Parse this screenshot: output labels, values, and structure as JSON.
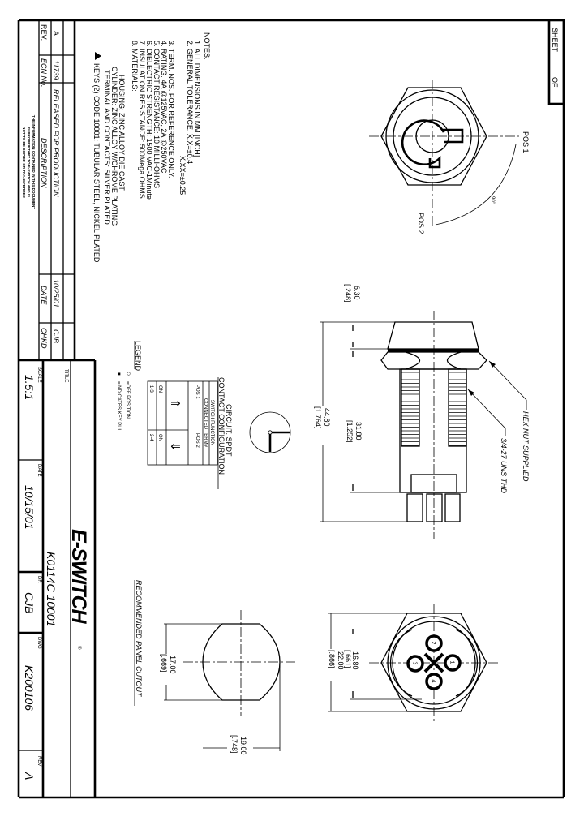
{
  "sheet": {
    "sheet_label": "SHEET",
    "of_label": "OF"
  },
  "notes": {
    "heading": "NOTES:",
    "items": [
      "1. ALL DIMENSIONS IN MM [INCH]",
      "2. GENERAL TOLERANCE: X.X=±0.4",
      "X.XX=±0.25",
      "3. TERM. NOS. FOR REFERENCE ONLY.",
      "4. RATING: 4A @125VAC, 2A @250VAC",
      "5. CONTACT RESISTANCE: 10 MILLI-OHMS",
      "6. DIELECTRIC STRENGTH: 1500 VAC-1Minute",
      "7. INSULATION RESISTANCE: 500Mega OHMS",
      "8. MATERIALS:"
    ],
    "materials": [
      "HOUSING: ZINC ALLOY DIE CAST",
      "CYLINDER: ZINC ALLOY W/CHROME PLATING",
      "TERMINAL AND CONTACTS: SILVER PLATED"
    ],
    "keys_note": "KEYS (2) CODE 10001: TUBULAR STEEL, NICKEL PLATED"
  },
  "revision_table": {
    "headers": {
      "rev": "REV.",
      "ecn": "ECN No.",
      "description": "DESCRIPTION",
      "date": "DATE",
      "chkd": "CHKD"
    },
    "rows": [
      {
        "rev": "A",
        "ecn": "11739",
        "description": "RELEASED FOR PRODUCTION",
        "date": "10/25/01",
        "chkd": "CJB"
      }
    ],
    "confidentiality": [
      "THE INFORMATION CONTAINED IN THIS DOCUMENT",
      "IS PROPRIETARY TO E-SWITCH AND IS",
      "NOT TO BE COPIED OR TRANSFERRED"
    ]
  },
  "title_block": {
    "title_label": "TITLE",
    "title": "K0114C 10001",
    "company": "E-SWITCH",
    "registered_mark": "®",
    "scale_label": "SCALE",
    "scale": "1.5:1",
    "date_label": "DATE",
    "date": "10/15/01",
    "dr_label": "DR",
    "dr": "CJB",
    "dwg_label": "DWG",
    "dwg": "K200106",
    "rev_label": "REV",
    "rev": "A"
  },
  "front_view": {
    "pos1": "POS 1",
    "pos2": "POS 2",
    "angle": "90°"
  },
  "side_view": {
    "dim_cap": {
      "mm": "6.30",
      "inch": "[.248]"
    },
    "dim_body": {
      "mm": "31.80",
      "inch": "[1.252]"
    },
    "dim_overall": {
      "mm": "44.80",
      "inch": "[1.764]"
    },
    "callout_nut": "HEX NUT SUPPLIED",
    "callout_thread": "3/4-27 UNS THD"
  },
  "circuit": {
    "label": "CIRCUIT: SPDT",
    "heading": "CONTACT CONFIGURATION"
  },
  "contact_table": {
    "switch_function": "SWITCH FUNCTION",
    "connected_term": "CONNECTED TERM#",
    "columns": [
      {
        "pos": "POS 1",
        "arrow": "⇑",
        "state": "ON",
        "terms": "1-3"
      },
      {
        "pos": "POS 2",
        "arrow": "⇓",
        "state": "ON",
        "terms": "2-4"
      }
    ]
  },
  "legend": {
    "heading": "LEGEND",
    "items": [
      {
        "symbol": "○",
        "text": "=OFF POSITION"
      },
      {
        "symbol": "■",
        "text": "=INDICATES KEY PULL"
      }
    ]
  },
  "terminal_view": {
    "terminals": [
      "1",
      "2",
      "3",
      "4"
    ],
    "dim_inner": {
      "mm": "16.80",
      "inch": "[.661]"
    },
    "dim_outer": {
      "mm": "22.00",
      "inch": "[.866]"
    }
  },
  "panel_cutout": {
    "label": "RECOMMENDED PANEL CUTOUT",
    "dim_flats": {
      "mm": "17.00",
      "inch": "[.669]"
    },
    "dim_dia": {
      "mm": "19.00",
      "inch": "[.748]"
    }
  }
}
